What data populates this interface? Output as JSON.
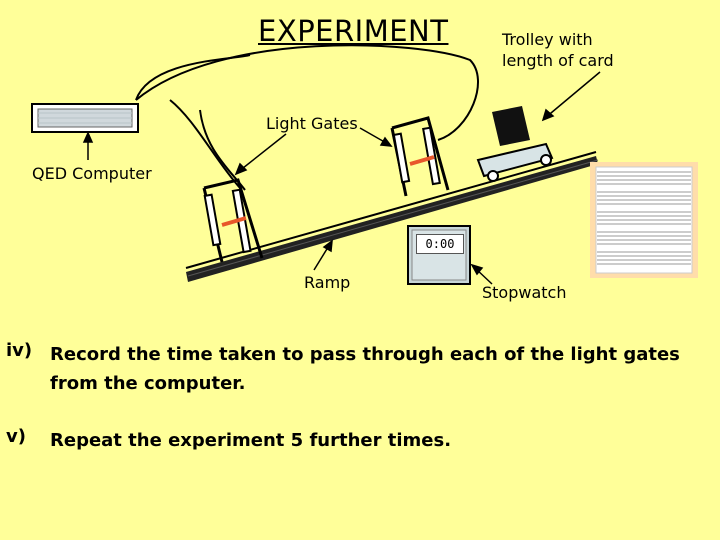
{
  "title": "EXPERIMENT",
  "labels": {
    "trolley_line1": "Trolley with",
    "trolley_line2": "length of card",
    "light_gates": "Light Gates",
    "computer": "QED Computer",
    "ramp": "Ramp",
    "stopwatch": "Stopwatch",
    "stopwatch_display": "0:00"
  },
  "steps": [
    {
      "num": "iv)",
      "line1": "Record the time taken to pass through each of the light gates",
      "line2": "from the computer."
    },
    {
      "num": "v)",
      "line1": "Repeat the experiment 5 further times."
    }
  ],
  "colors": {
    "background": "#FFFF99",
    "sensor": "#E8572A",
    "stopwatch_body": "#C8D6D8",
    "screen_panel": "#FFDDAA"
  }
}
